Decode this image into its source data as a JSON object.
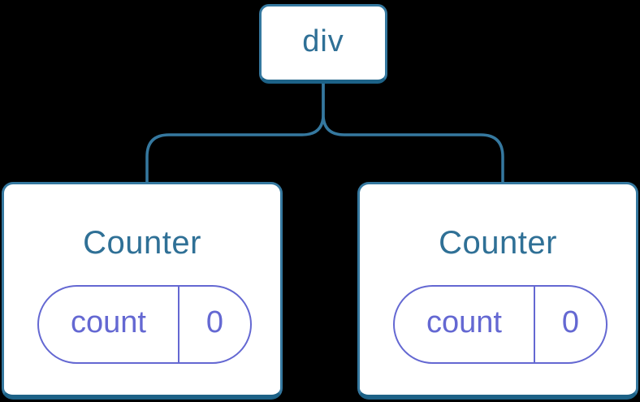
{
  "diagram": {
    "description": "Component tree: a div parent node with two Counter child nodes, each holding a count state of 0",
    "root": {
      "label": "div"
    },
    "counters": [
      {
        "title": "Counter",
        "state": {
          "key": "count",
          "value": "0"
        }
      },
      {
        "title": "Counter",
        "state": {
          "key": "count",
          "value": "0"
        }
      }
    ],
    "colors": {
      "background": "#000000",
      "node_fill": "#ffffff",
      "node_border": "#35789f",
      "node_border_dark": "#1d6287",
      "node_text": "#2f7096",
      "state_accent": "#6468d2"
    }
  }
}
